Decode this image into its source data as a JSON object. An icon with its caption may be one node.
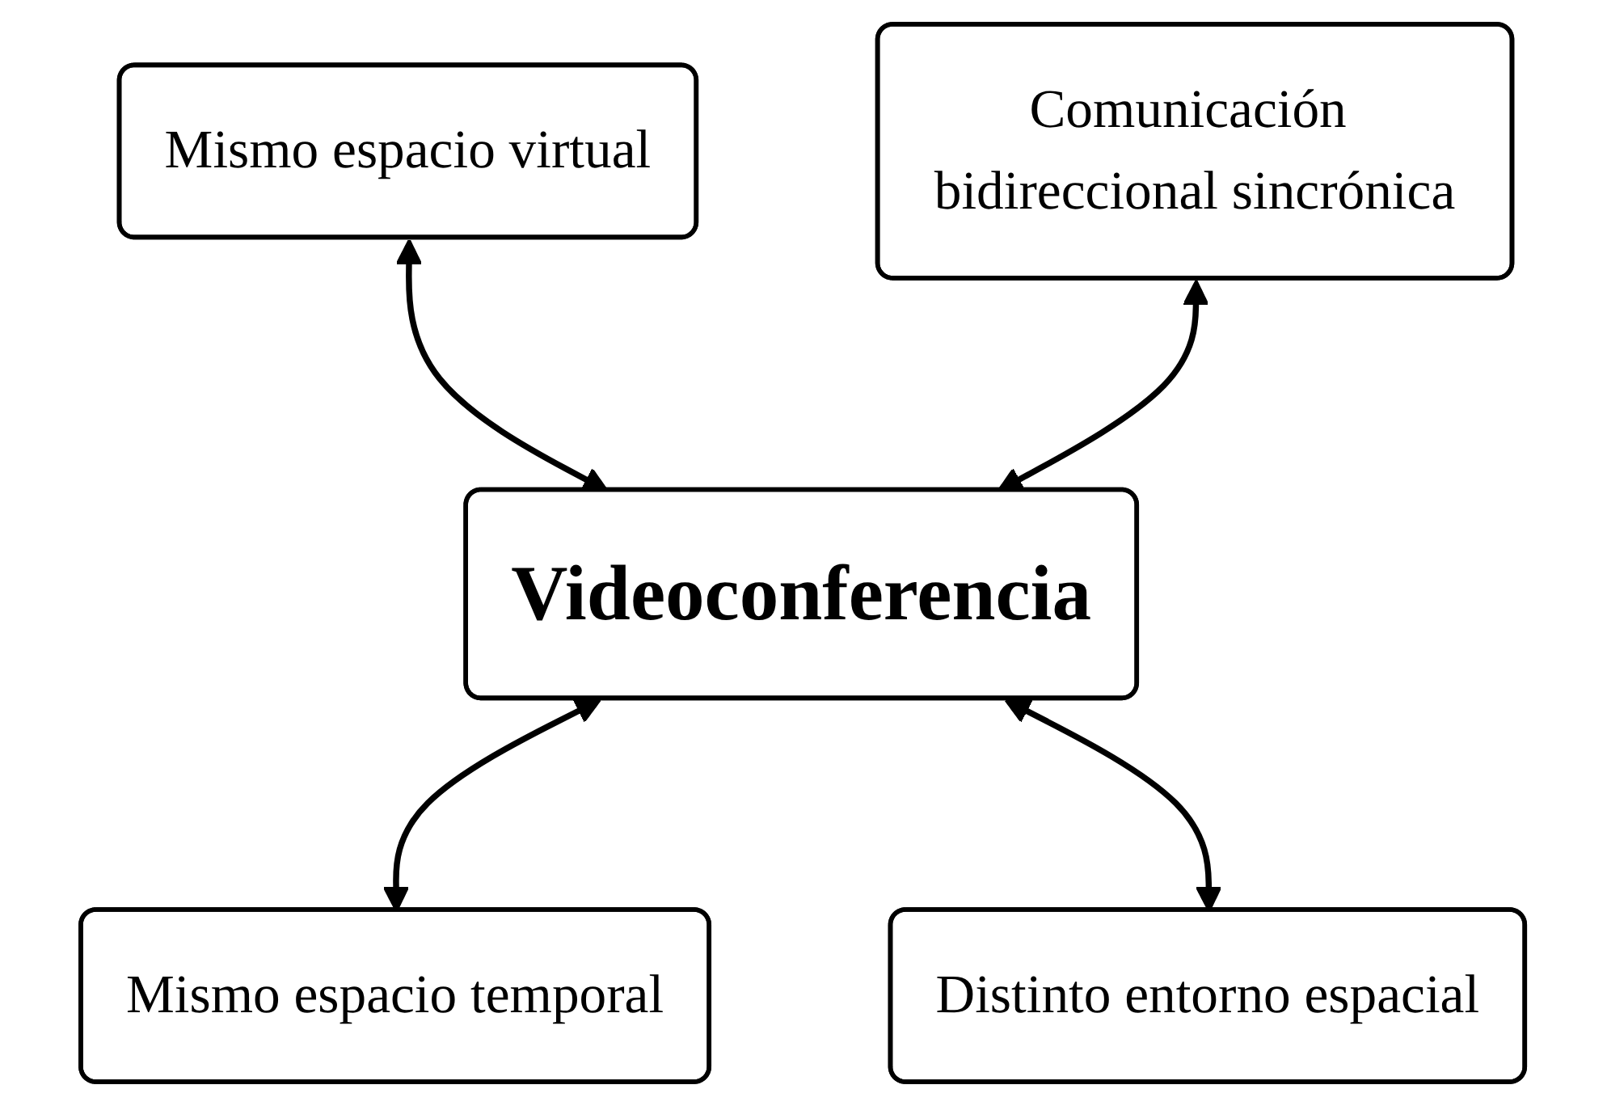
{
  "diagram": {
    "nodes": [
      {
        "text": [
          "Mismo espacio virtual"
        ]
      },
      {
        "text": [
          "Comunicación bidireccional sincrónica"
        ]
      },
      {
        "text": [
          "Videoconferencia"
        ]
      },
      {
        "text": [
          "Mismo espacio temporal"
        ]
      },
      {
        "text": [
          "Distinto entorno espacial"
        ]
      }
    ],
    "edges": [
      {
        "from": 0,
        "to": 2,
        "arrow": "both"
      },
      {
        "from": 1,
        "to": 2,
        "arrow": "both"
      },
      {
        "from": 2,
        "to": 3,
        "arrow": "both"
      },
      {
        "from": 2,
        "to": 4,
        "arrow": "both"
      }
    ]
  }
}
